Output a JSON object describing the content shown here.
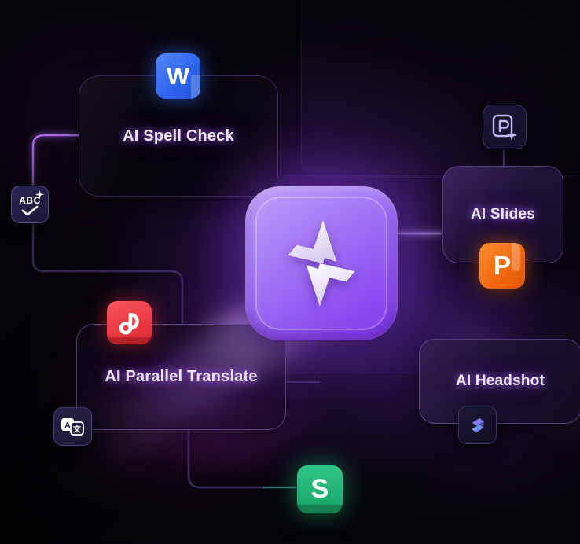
{
  "hub": {
    "icon": "four-point-star-logo",
    "accent_color": "#8b5cf6"
  },
  "cards": {
    "spell_check": {
      "label": "AI Spell Check"
    },
    "slides": {
      "label": "AI Slides"
    },
    "parallel_translate": {
      "label": "AI Parallel Translate"
    },
    "headshot": {
      "label": "AI Headshot"
    }
  },
  "tiles": {
    "word": {
      "letter": "W",
      "color": "#2f66ee"
    },
    "powerpoint": {
      "letter": "P",
      "color": "#f1670f"
    },
    "sheet": {
      "letter": "S",
      "color": "#1fae73"
    },
    "parallel": {
      "icon": "loop-p-glyph",
      "color": "#ec3a43"
    }
  },
  "badges": {
    "spell_abc": {
      "text": "ABC",
      "icon": "abc-checkmark-sparkle"
    },
    "slides_new": {
      "icon": "presentation-p-sparkle"
    },
    "translate": {
      "latin": "A",
      "cjk": "文",
      "icon": "translate-bilingual"
    },
    "headshot_logo": {
      "icon": "gradient-ribbon-s"
    }
  },
  "colors": {
    "background": "#080510",
    "glow_purple": "#a855f7",
    "wire_dark": "#3b2b60",
    "green_glow": "#2ecc85"
  }
}
